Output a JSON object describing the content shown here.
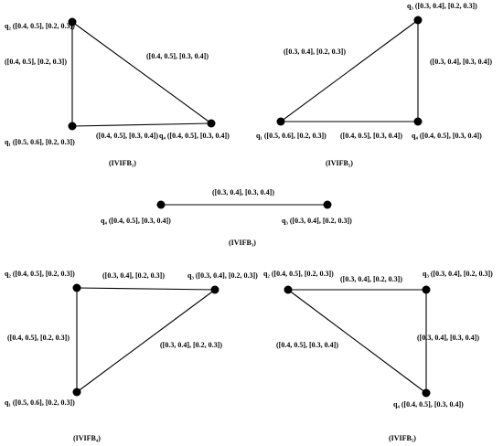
{
  "graphs": [
    {
      "caption": "(IVIFB₁)",
      "vertices": [
        {
          "id": "q2",
          "label": "q₂ ([0.4, 0.5], [0.2, 0.3])"
        },
        {
          "id": "q1",
          "label": "q₁ ([0.5, 0.6], [0.2, 0.3])"
        },
        {
          "id": "q4",
          "label": "q₄ ([0.4, 0.5], [0.3, 0.4])"
        }
      ],
      "edges": [
        {
          "from": "q2",
          "to": "q1",
          "label": "([0.4, 0.5], [0.2, 0.3])"
        },
        {
          "from": "q2",
          "to": "q4",
          "label": "([0.4, 0.5], [0.3, 0.4])"
        },
        {
          "from": "q1",
          "to": "q4",
          "label": "([0.4, 0.5], [0.3, 0.4])"
        }
      ]
    },
    {
      "caption": "(IVIFB₂)",
      "vertices": [
        {
          "id": "q3",
          "label": "q₃ ([0.3, 0.4], [0.2, 0.3])"
        },
        {
          "id": "q1",
          "label": "q₁ ([0.5, 0.6], [0.2, 0.3])"
        },
        {
          "id": "q4",
          "label": "q₄ ([0.4, 0.5], [0.3, 0.4])"
        }
      ],
      "edges": [
        {
          "from": "q3",
          "to": "q1",
          "label": "([0.3, 0.4], [0.2, 0.3])"
        },
        {
          "from": "q3",
          "to": "q4",
          "label": "([0.3, 0.4], [0.3, 0.4])"
        },
        {
          "from": "q1",
          "to": "q4",
          "label": "([0.4, 0.5], [0.3, 0.4])"
        }
      ]
    },
    {
      "caption": "(IVIFB₃)",
      "vertices": [
        {
          "id": "q4",
          "label": "q₄ ([0.4, 0.5], [0.3, 0.4])"
        },
        {
          "id": "q3",
          "label": "q₃ ([0.3, 0.4], [0.2, 0.3])"
        }
      ],
      "edges": [
        {
          "from": "q4",
          "to": "q3",
          "label": "([0.3, 0.4], [0.3, 0.4])"
        }
      ]
    },
    {
      "caption": "(IVIFB₄)",
      "vertices": [
        {
          "id": "q2",
          "label": "q₂ ([0.4, 0.5], [0.2, 0.3])"
        },
        {
          "id": "q3",
          "label": "q₃ ([0.3, 0.4], [0.2, 0.3])"
        },
        {
          "id": "q1",
          "label": "q₁ ([0.5, 0.6], [0.2, 0.3])"
        }
      ],
      "edges": [
        {
          "from": "q2",
          "to": "q3",
          "label": "([0.3, 0.4], [0.2, 0.3])"
        },
        {
          "from": "q2",
          "to": "q1",
          "label": "([0.4, 0.5], [0.2, 0.3])"
        },
        {
          "from": "q3",
          "to": "q1",
          "label": "([0.3, 0.4], [0.2, 0.3])"
        }
      ]
    },
    {
      "caption": "(IVIFB₅)",
      "vertices": [
        {
          "id": "q2",
          "label": "q₂ ([0.4, 0.5], [0.2, 0.3])"
        },
        {
          "id": "q3",
          "label": "q₃ ([0.3, 0.4], [0.2, 0.3])"
        },
        {
          "id": "q4",
          "label": "q₄ ([0.4, 0.5], [0.3, 0.4])"
        }
      ],
      "edges": [
        {
          "from": "q2",
          "to": "q3",
          "label": "([0.3, 0.4], [0.2, 0.3])"
        },
        {
          "from": "q3",
          "to": "q4",
          "label": "([0.3, 0.4], [0.3, 0.4])"
        },
        {
          "from": "q2",
          "to": "q4",
          "label": "([0.4, 0.5], [0.3, 0.4])"
        }
      ]
    }
  ]
}
